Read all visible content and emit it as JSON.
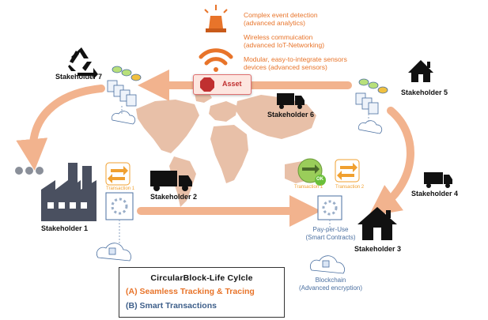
{
  "features": [
    {
      "title": "Complex event detection",
      "subtitle": "(advanced analytics)"
    },
    {
      "title": "Wireless commuication",
      "subtitle": "(advanced IoT-Networking)"
    },
    {
      "title": "Modular, easy-to-integrate sensors",
      "subtitle": "devices (advanced sensors)"
    }
  ],
  "asset": {
    "label": "Asset"
  },
  "stakeholders": {
    "s1": "Stakeholder 1",
    "s2": "Stakeholder 2",
    "s3": "Stakeholder 3",
    "s4": "Stakeholder 4",
    "s5": "Stakeholder 5",
    "s6": "Stakeholder 6",
    "s7": "Stakeholder 7"
  },
  "transactions": {
    "t1_left": "Transaction 1",
    "t1_right": "Transaction 1",
    "t2_right": "Transaction 2"
  },
  "ok_badge": "OK",
  "pay_per_use": {
    "line1": "Pay-per-Use",
    "line2": "(Smart Contracts)"
  },
  "blockchain": {
    "line1": "Blockchain",
    "line2": "(Advanced encryption)"
  },
  "legend": {
    "title": "CircularBlock-Life Cylcle",
    "item_a": "(A) Seamless Tracking & Tracing",
    "item_b": "(B) Smart Transactions"
  },
  "colors": {
    "orange": "#e8742a",
    "salmon": "#f2b38e",
    "map": "#e8c0a8",
    "blue_text": "#3e5f8a",
    "asset_red": "#c03030"
  }
}
